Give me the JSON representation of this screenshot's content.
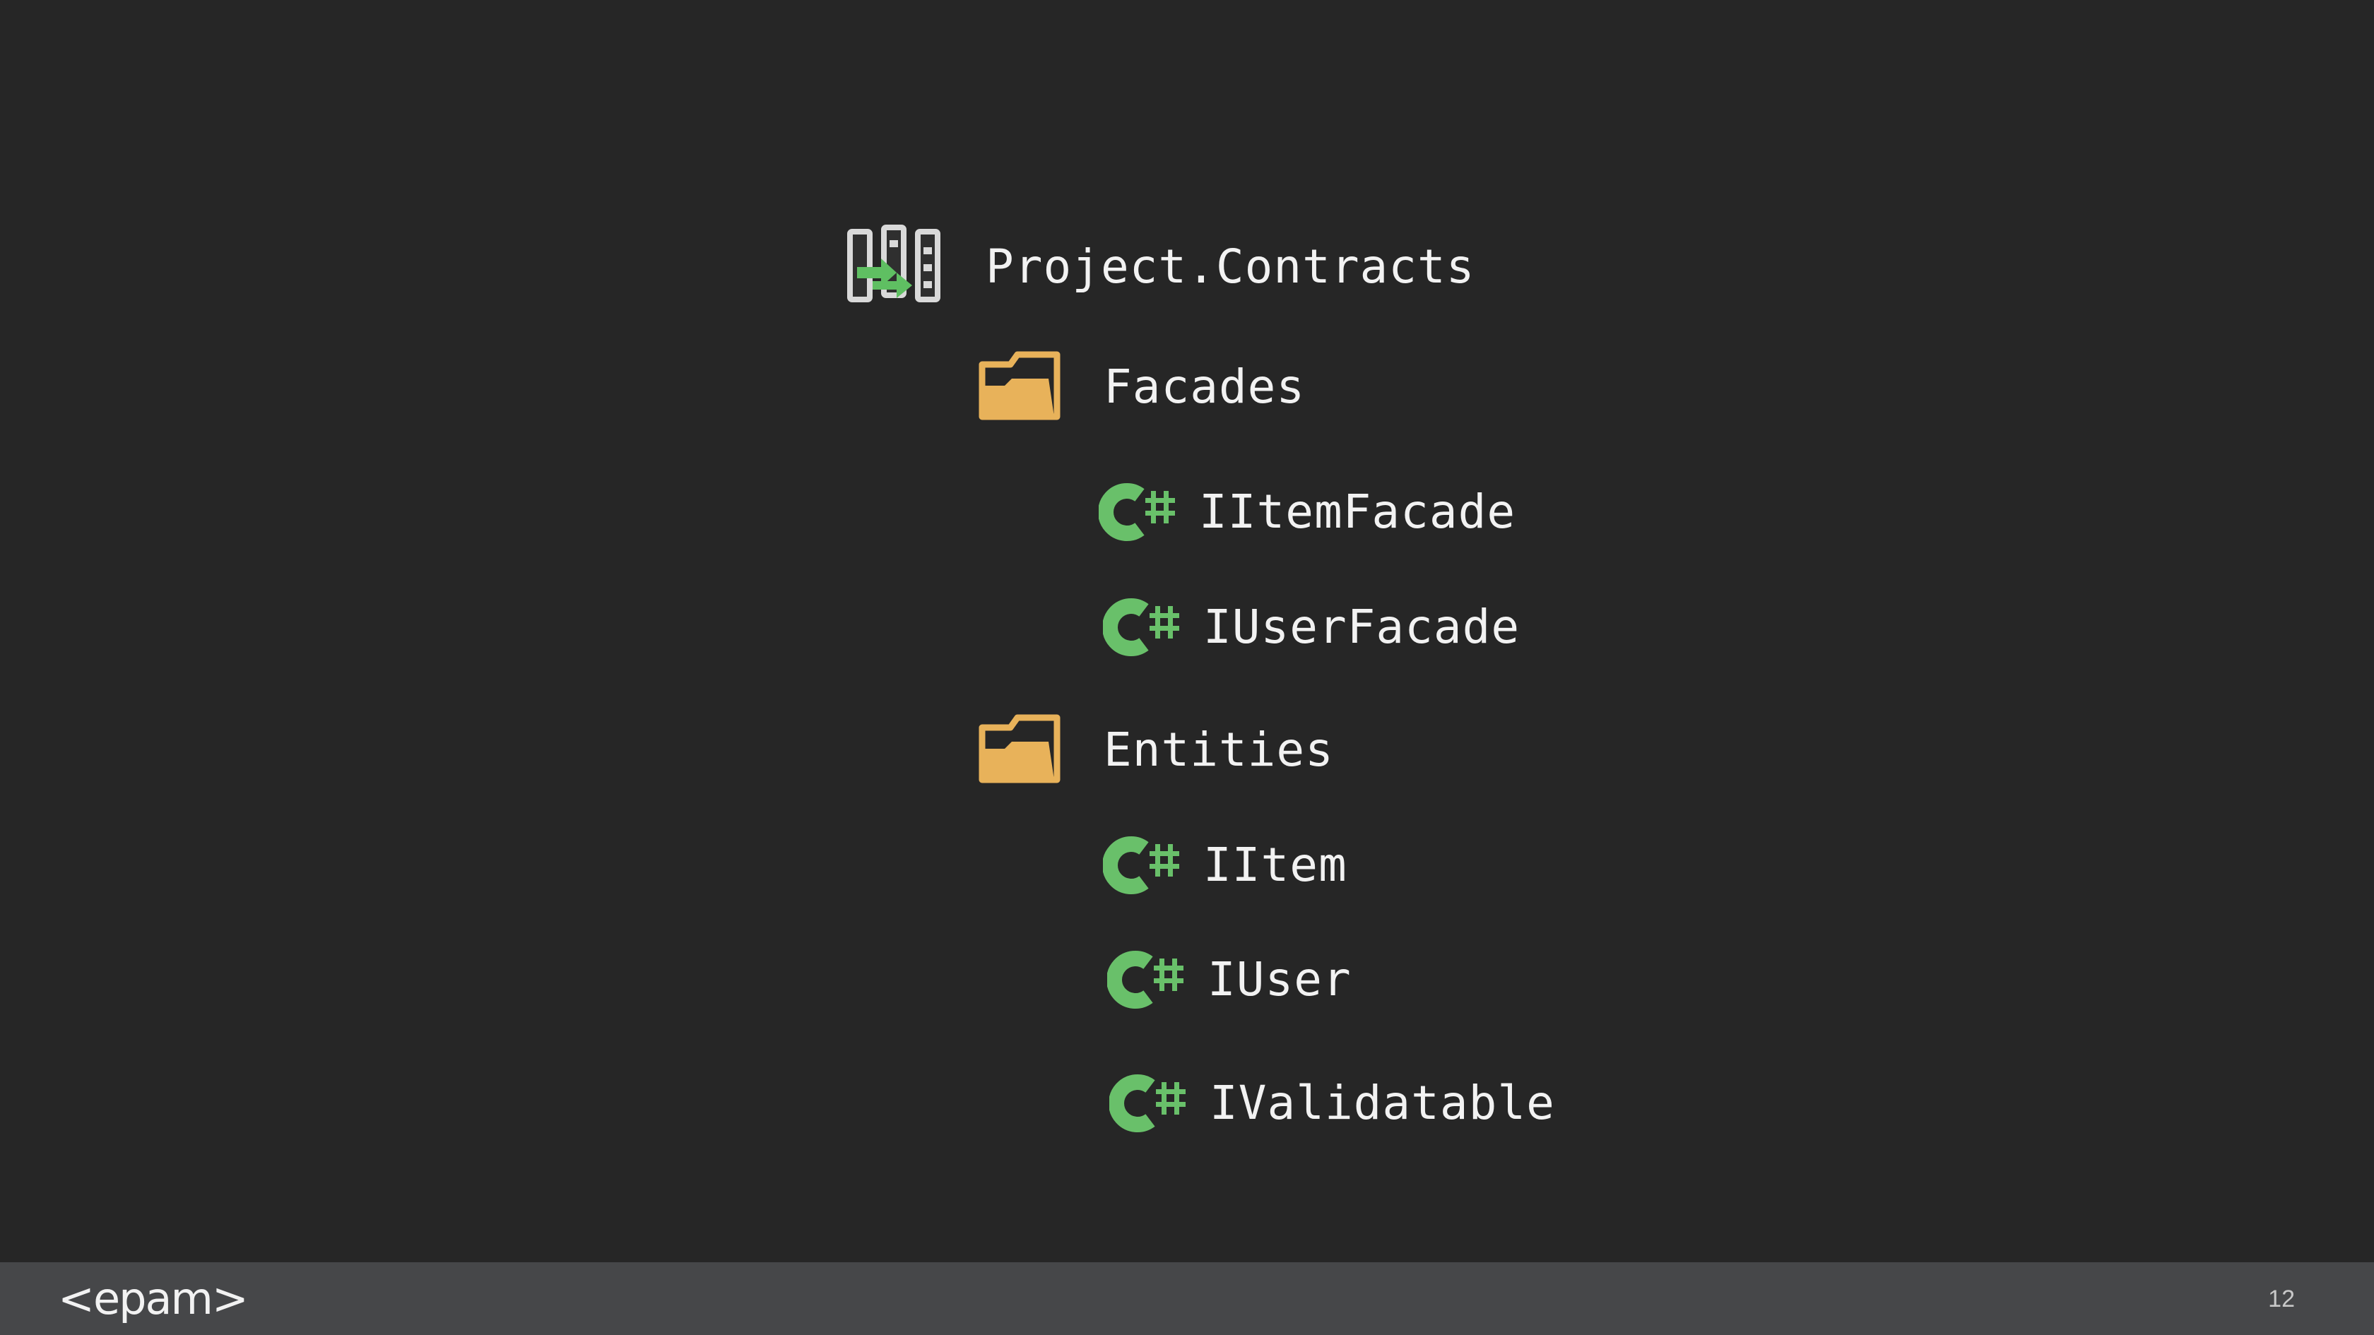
{
  "tree": {
    "project": {
      "label": "Project.Contracts",
      "icon": "csharp-project-icon"
    },
    "folders": [
      {
        "label": "Facades",
        "icon": "folder-icon",
        "files": [
          {
            "label": "IItemFacade",
            "icon": "csharp-file-icon"
          },
          {
            "label": "IUserFacade",
            "icon": "csharp-file-icon"
          }
        ]
      },
      {
        "label": "Entities",
        "icon": "folder-icon",
        "files": [
          {
            "label": "IItem",
            "icon": "csharp-file-icon"
          },
          {
            "label": "IUser",
            "icon": "csharp-file-icon"
          },
          {
            "label": "IValidatable",
            "icon": "csharp-file-icon"
          }
        ]
      }
    ]
  },
  "footer": {
    "logo": "<epam>",
    "page_number": "12"
  },
  "colors": {
    "background": "#262626",
    "footer": "#464749",
    "text": "#f2f2f2",
    "folder": "#e8b25a",
    "csharp_green": "#69c06a"
  }
}
